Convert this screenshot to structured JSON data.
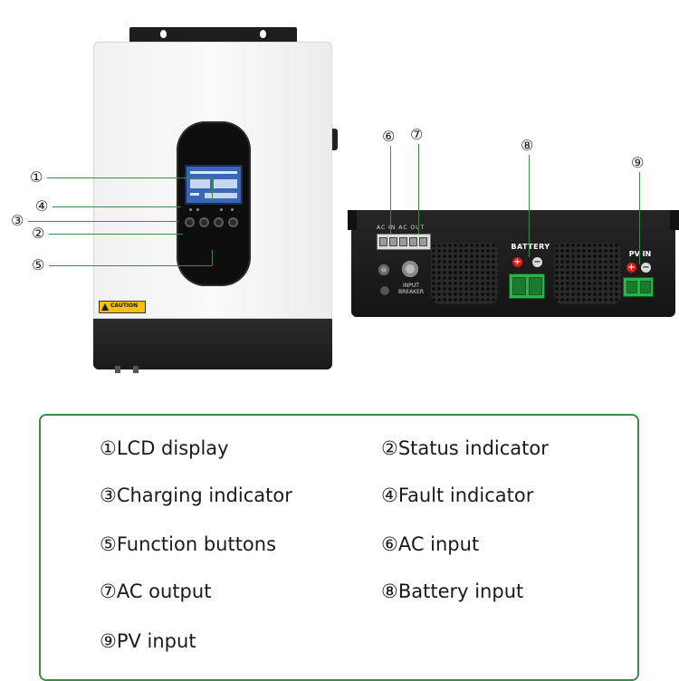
{
  "front_panel": {
    "callouts": [
      {
        "marker": "①"
      },
      {
        "marker": "④"
      },
      {
        "marker": "③"
      },
      {
        "marker": "②"
      },
      {
        "marker": "⑤"
      }
    ],
    "caution_label": "CAUTION"
  },
  "bottom_panel": {
    "callouts": [
      {
        "marker": "⑥"
      },
      {
        "marker": "⑦"
      },
      {
        "marker": "⑧"
      },
      {
        "marker": "⑨"
      }
    ],
    "battery_label": "BATTERY",
    "pv_label": "PV IN",
    "breaker_label": "INPUT BREAKER",
    "terminal_header": "AC IN  AC OUT"
  },
  "legend": {
    "items": [
      {
        "text": "①LCD display"
      },
      {
        "text": "②Status indicator"
      },
      {
        "text": "③Charging indicator"
      },
      {
        "text": "④Fault indicator"
      },
      {
        "text": "⑤Function buttons"
      },
      {
        "text": "⑥AC input"
      },
      {
        "text": "⑦AC output"
      },
      {
        "text": "⑧Battery input"
      },
      {
        "text": "⑨PV input"
      }
    ]
  },
  "colors": {
    "accent_green": "#3d8a4a",
    "lcd_blue": "#3a66b6",
    "terminal_green": "#2bb24a",
    "positive_red": "#d02020"
  }
}
